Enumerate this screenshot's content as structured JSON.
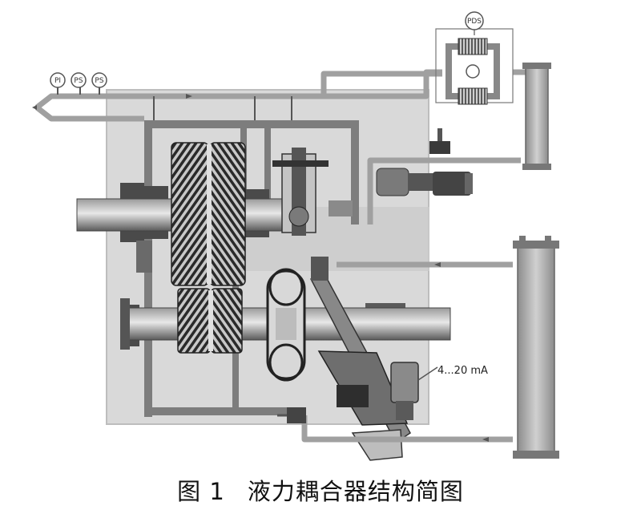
{
  "figure": {
    "caption_number": "图 1",
    "caption_title": "液力耦合器结构简图"
  },
  "instruments": {
    "pi": "PI",
    "ps1": "PS",
    "ps2": "PS",
    "pds": "PDS"
  },
  "signal_label": "4...20 mA",
  "colors": {
    "housing": "#d6d6d6",
    "pipe": "#a9a9a9",
    "metal_dark": "#3a3a3a",
    "shaft": "#7a7a7a",
    "cooler": "#9e9e9e"
  }
}
